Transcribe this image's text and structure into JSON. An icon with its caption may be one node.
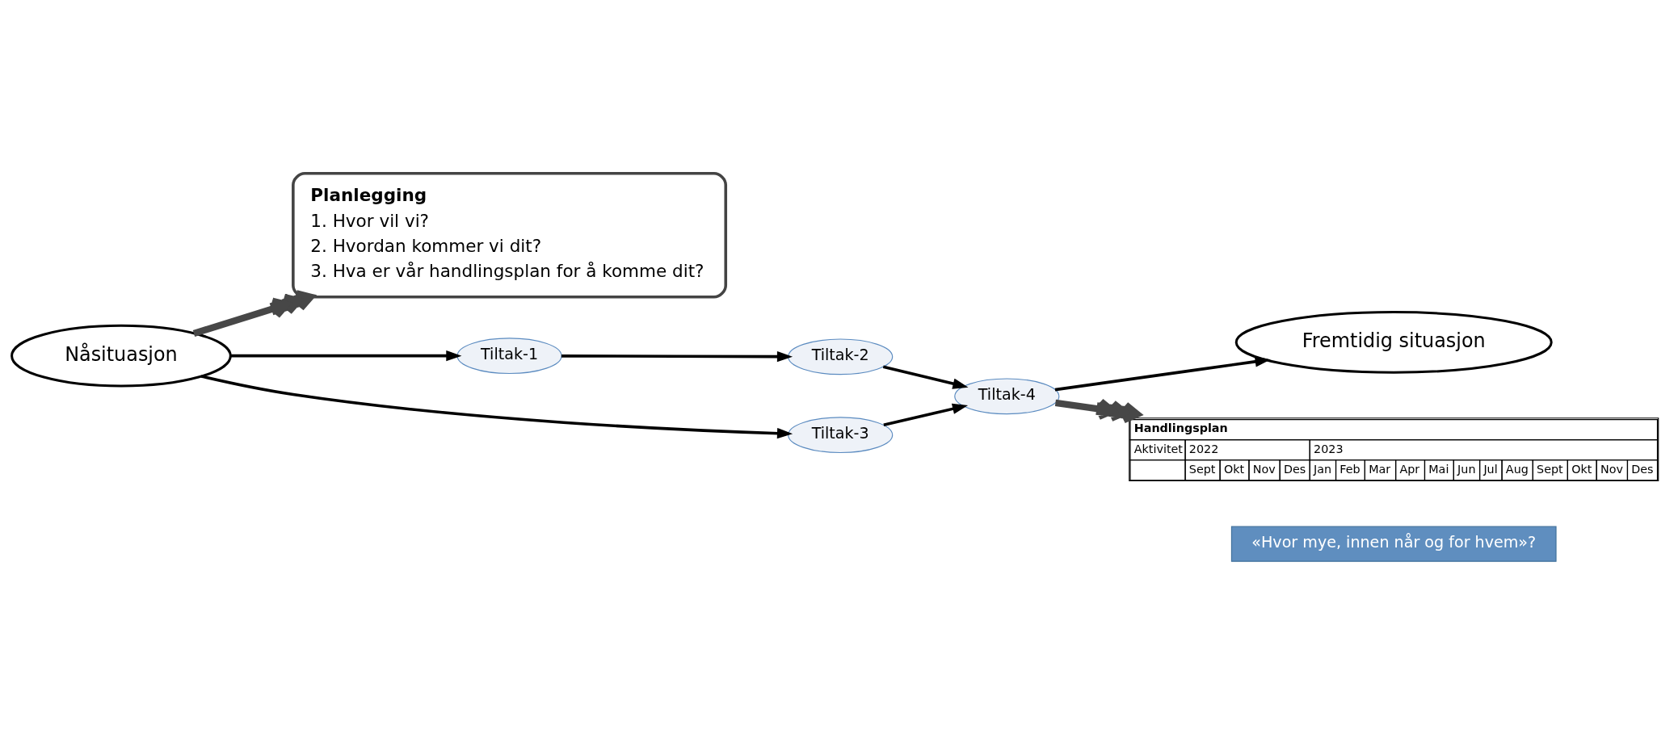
{
  "diagram": {
    "nodes": [
      {
        "text": [
          "«Hvor mye, innen når og for hvem»?"
        ]
      },
      {
        "text": [
          "Planlegging",
          "1. Hvor vil vi?",
          "2. Hvordan kommer vi dit?",
          "3. Hva er vår handlingsplan for å komme dit?"
        ]
      },
      {
        "text": [
          "Fremtidig situasjon"
        ]
      },
      {
        "text": [
          "Tiltak-4"
        ]
      },
      {
        "text": [
          "Tiltak-2"
        ]
      },
      {
        "text": [
          "Tiltak-1"
        ]
      },
      {
        "text": [
          "Tiltak-3"
        ]
      },
      {
        "text": [
          "Nåsituasjon"
        ]
      },
      {
        "text": [
          "Handlingsplan",
          "Aktivitet",
          "2022",
          "2023",
          "Sept",
          "Okt",
          "Nov",
          "Des",
          "Jan",
          "Feb",
          "Mar",
          "Apr",
          "Mai",
          "Jun",
          "Jul",
          "Aug",
          "Sept",
          "Okt",
          "Nov",
          "Des"
        ]
      }
    ],
    "edges": [
      {
        "from": 7,
        "to": 5,
        "arrow": "to"
      },
      {
        "from": 7,
        "to": 6,
        "arrow": "to"
      },
      {
        "from": 5,
        "to": 4,
        "arrow": "to"
      },
      {
        "from": 4,
        "to": 3,
        "arrow": "to"
      },
      {
        "from": 6,
        "to": 3,
        "arrow": "to"
      },
      {
        "from": 3,
        "to": 2,
        "arrow": "to"
      },
      {
        "from": 7,
        "to": 1,
        "arrow": "to",
        "style": "thick",
        "color": "#474747"
      },
      {
        "from": 3,
        "to": 8,
        "arrow": "to",
        "style": "thick",
        "color": "#474747"
      }
    ]
  }
}
